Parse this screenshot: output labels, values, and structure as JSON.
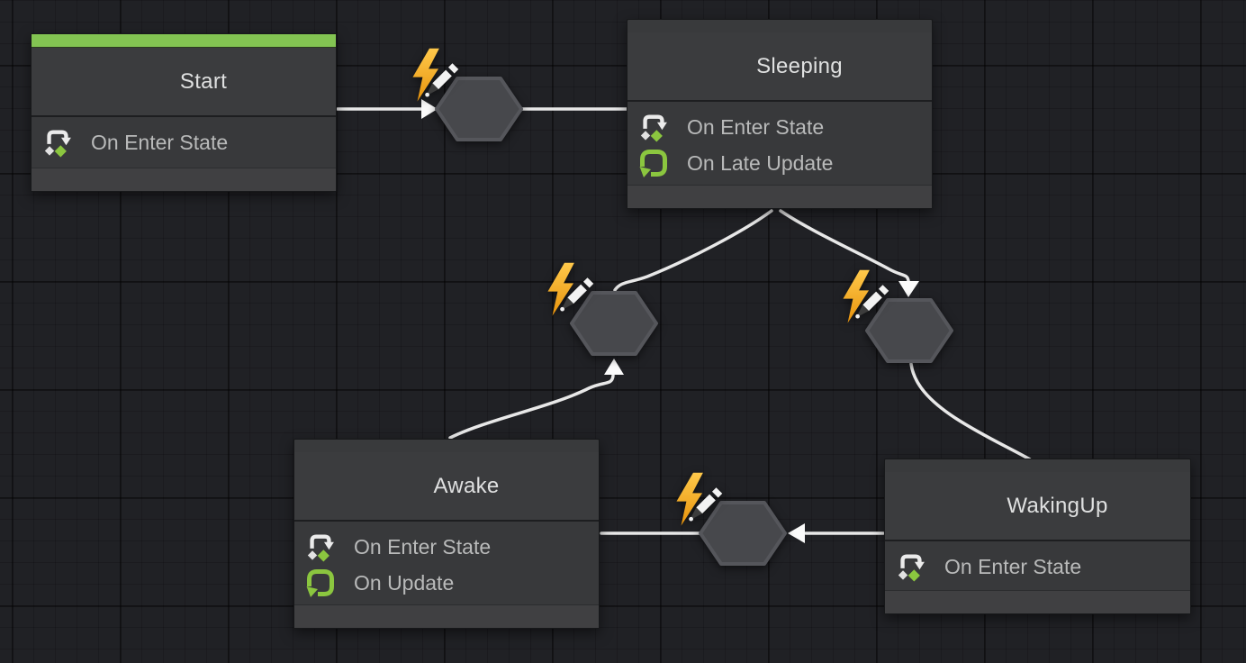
{
  "colors": {
    "background": "#202125",
    "node_body": "#393a3c",
    "node_footer": "#404042",
    "start_accent_green": "#83c452",
    "event_green": "#8bc63f",
    "bolt_yellow": "#f5a81e",
    "edge_line": "#e8e8e8",
    "arrow_white": "#fbfbfb",
    "transition_fill": "#47484c",
    "transition_border": "#55565b"
  },
  "states": [
    {
      "title": "Start",
      "is_start_state": true,
      "events": [
        {
          "icon": "on-enter-state-icon",
          "label": "On Enter State"
        }
      ]
    },
    {
      "title": "Sleeping",
      "is_start_state": false,
      "events": [
        {
          "icon": "on-enter-state-icon",
          "label": "On Enter State"
        },
        {
          "icon": "on-late-update-icon",
          "label": "On Late Update"
        }
      ]
    },
    {
      "title": "Awake",
      "is_start_state": false,
      "events": [
        {
          "icon": "on-enter-state-icon",
          "label": "On Enter State"
        },
        {
          "icon": "on-update-icon",
          "label": "On Update"
        }
      ]
    },
    {
      "title": "WakingUp",
      "is_start_state": false,
      "events": [
        {
          "icon": "on-enter-state-icon",
          "label": "On Enter State"
        }
      ]
    }
  ],
  "transitions": [
    {
      "icon": "trigger-transition-icon",
      "from": "Start",
      "to": "Sleeping"
    },
    {
      "icon": "trigger-transition-icon",
      "from": "Awake",
      "to": "Sleeping"
    },
    {
      "icon": "trigger-transition-icon",
      "from": "Sleeping",
      "to": "WakingUp"
    },
    {
      "icon": "trigger-transition-icon",
      "from": "WakingUp",
      "to": "Awake"
    }
  ]
}
